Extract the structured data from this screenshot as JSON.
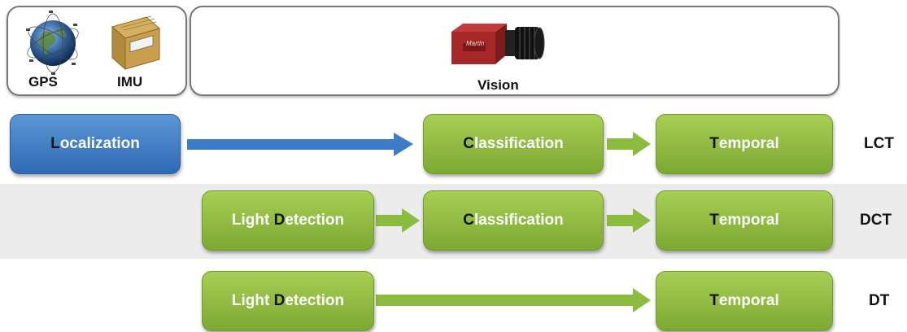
{
  "sensors": {
    "gps_label": "GPS",
    "imu_label": "IMU",
    "vision_label": "Vision",
    "camera_brand": "Martin"
  },
  "rows": [
    {
      "id": "lct",
      "label": "LCT",
      "nodes": [
        {
          "lead": "L",
          "rest": "ocalization",
          "color": "blue"
        },
        {
          "lead": "C",
          "rest": "lassification",
          "color": "green"
        },
        {
          "lead": "T",
          "rest": "emporal",
          "color": "green"
        }
      ]
    },
    {
      "id": "dct",
      "label": "DCT",
      "nodes": [
        {
          "pre": "Light ",
          "lead": "D",
          "rest": "etection",
          "color": "green"
        },
        {
          "lead": "C",
          "rest": "lassification",
          "color": "green"
        },
        {
          "lead": "T",
          "rest": "emporal",
          "color": "green"
        }
      ]
    },
    {
      "id": "dt",
      "label": "DT",
      "nodes": [
        {
          "pre": "Light ",
          "lead": "D",
          "rest": "etection",
          "color": "green"
        },
        {
          "lead": "T",
          "rest": "emporal",
          "color": "green"
        }
      ]
    }
  ],
  "colors": {
    "green_node": "#8cbc3f",
    "blue_node": "#3b78c4",
    "blue_arrow": "#3e7cc7",
    "green_arrow": "#8cbc3f",
    "band": "#ececec"
  }
}
